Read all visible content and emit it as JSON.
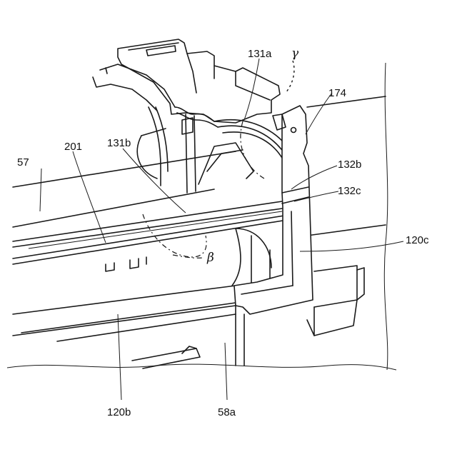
{
  "labels": {
    "l_131a": "131a",
    "l_gamma": "γ",
    "l_174": "174",
    "l_201": "201",
    "l_131b": "131b",
    "l_57": "57",
    "l_132b": "132b",
    "l_132c": "132c",
    "l_120c": "120c",
    "l_beta": "β",
    "l_120b": "120b",
    "l_58a": "58a"
  }
}
